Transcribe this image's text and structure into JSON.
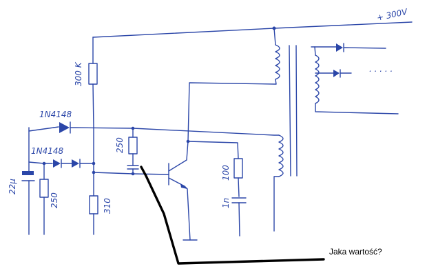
{
  "schematic": {
    "supply_label": "+ 300V",
    "resistor_top": "300 K",
    "diode_top": "1N4148",
    "diode_pair": "1N4148",
    "cap_left": "22µ",
    "resistor_left": "250",
    "resistor_mid": "250",
    "resistor_bottom": "310",
    "resistor_emitter": "100",
    "cap_emitter": "1n",
    "dots": ". . . . ."
  },
  "annotation": {
    "question": "Jaka wartość?"
  },
  "colors": {
    "ink": "#2b46a8",
    "marker": "#000000"
  }
}
